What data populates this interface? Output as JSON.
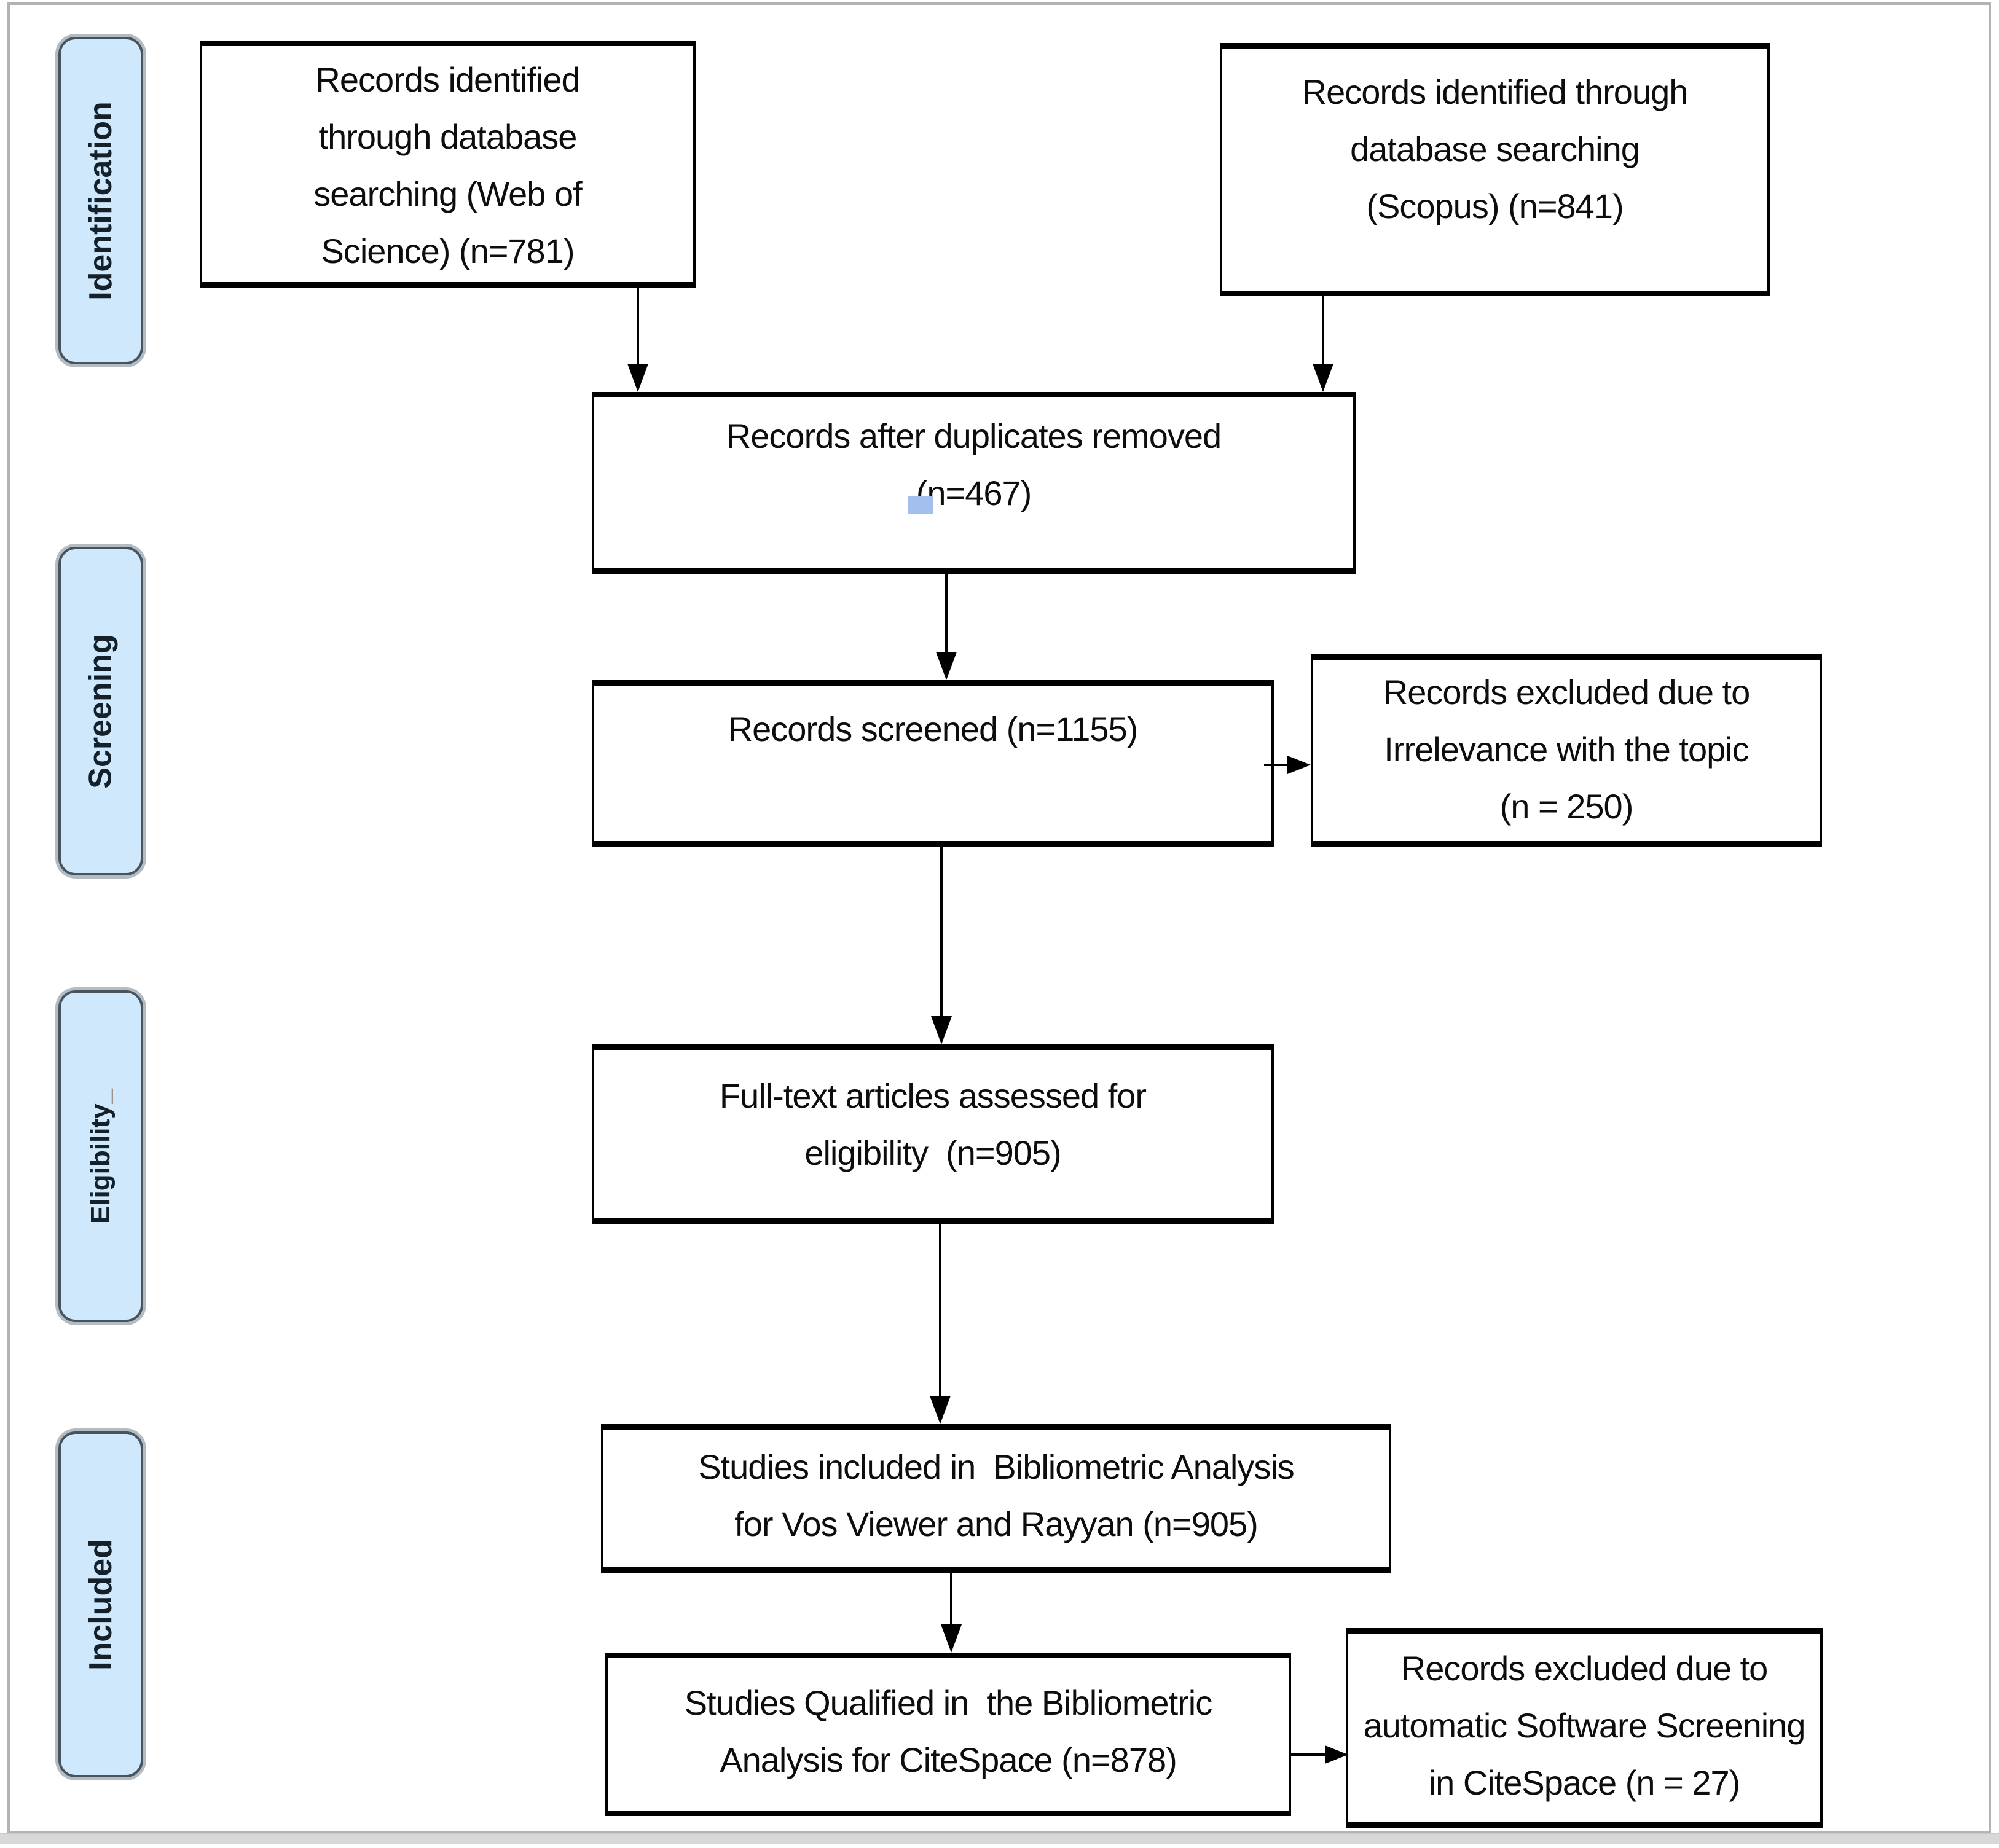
{
  "sidebar": {
    "stages": [
      {
        "label": "Identification",
        "mark": ""
      },
      {
        "label": "Screening",
        "mark": ""
      },
      {
        "label": "Eligibility",
        "mark": "_"
      },
      {
        "label": "Included",
        "mark": ""
      }
    ]
  },
  "flow": {
    "wos": {
      "lines": [
        "Records identified",
        "through database",
        "searching (Web of",
        "Science) (n=781)"
      ]
    },
    "scopus": {
      "lines": [
        "Records identified through",
        "database searching",
        "(Scopus) (n=841)"
      ]
    },
    "dedup": {
      "lines": [
        "Records after duplicates removed",
        "(n=467)"
      ]
    },
    "screened": {
      "lines": [
        "Records screened (n=1155)"
      ]
    },
    "excluded_irrelevance": {
      "lines": [
        "Records excluded due to",
        "Irrelevance with the topic",
        "(n = 250)"
      ]
    },
    "fulltext": {
      "lines": [
        "Full-text articles assessed for",
        "eligibility  (n=905)"
      ]
    },
    "bibliometric": {
      "lines": [
        "Studies included in  Bibliometric Analysis",
        "for Vos Viewer and Rayyan (n=905)"
      ]
    },
    "citespace": {
      "lines": [
        "Studies Qualified in  the Bibliometric",
        "Analysis for CiteSpace (n=878)"
      ]
    },
    "excluded_software": {
      "lines": [
        "Records excluded due to",
        "automatic Software Screening",
        "in CiteSpace (n = 27)"
      ]
    }
  },
  "colors": {
    "stage_fill": "#cfe8fb",
    "stage_border": "#47545e",
    "stage_shadow": "#b3bcc2",
    "box_border": "#000000",
    "text": "#0d0d0d",
    "highlight_square": "#a3bfee",
    "eligibility_mark": "#6e3a1d",
    "page_frame": "#b3b3b3",
    "bottom_strip": "#d8d8d8"
  }
}
